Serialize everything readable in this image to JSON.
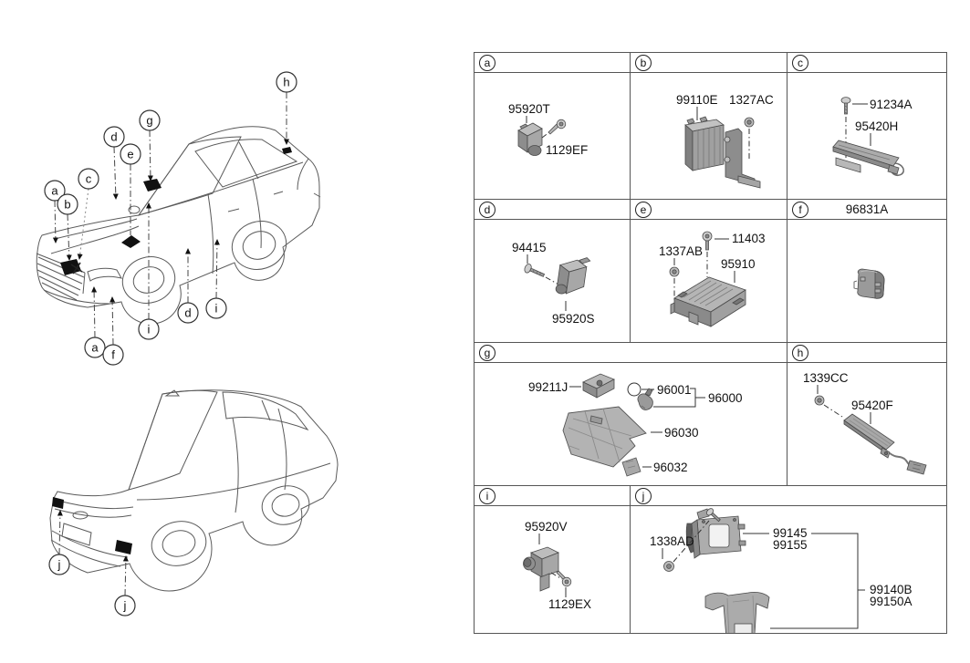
{
  "callouts": {
    "front_car": [
      "a",
      "b",
      "c",
      "d",
      "e",
      "g",
      "h",
      "i",
      "a",
      "f",
      "d",
      "i"
    ],
    "rear_car": [
      "j",
      "j"
    ]
  },
  "table": {
    "cells": [
      {
        "letter": "a",
        "parts": [
          "95920T",
          "1129EF"
        ]
      },
      {
        "letter": "b",
        "parts": [
          "99110E",
          "1327AC"
        ]
      },
      {
        "letter": "c",
        "parts": [
          "91234A",
          "95420H"
        ]
      },
      {
        "letter": "d",
        "parts": [
          "94415",
          "95920S"
        ]
      },
      {
        "letter": "e",
        "parts": [
          "1337AB",
          "11403",
          "95910"
        ]
      },
      {
        "letter": "f",
        "header_label": "96831A",
        "parts": []
      },
      {
        "letter": "g",
        "parts": [
          "99211J",
          "96001",
          "96000",
          "96030",
          "96032"
        ]
      },
      {
        "letter": "h",
        "parts": [
          "1339CC",
          "95420F"
        ]
      },
      {
        "letter": "i",
        "parts": [
          "95920V",
          "1129EX"
        ]
      },
      {
        "letter": "j",
        "parts": [
          "1338AD",
          "99145",
          "99155",
          "99140B",
          "99150A"
        ]
      }
    ]
  }
}
